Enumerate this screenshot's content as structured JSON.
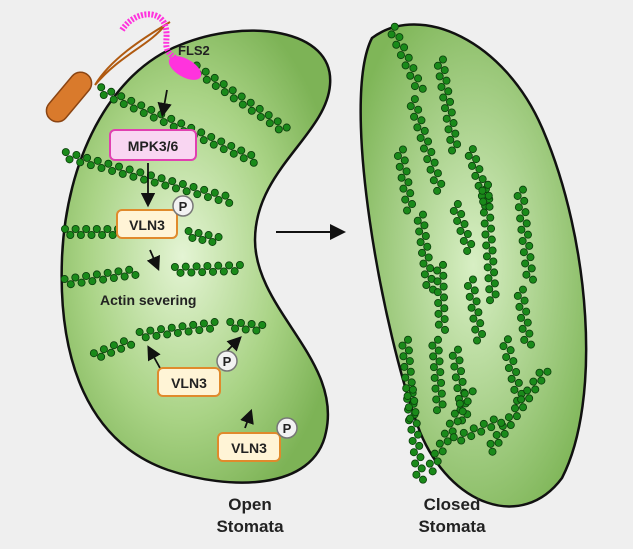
{
  "receptor_label": "FLS2",
  "kinase_label": "MPK3/6",
  "vln_label": "VLN3",
  "phospho_label": "P",
  "severing_label": "Actin severing",
  "open_label": [
    "Open",
    "Stomata"
  ],
  "closed_label": [
    "Closed",
    "Stomata"
  ],
  "colors": {
    "cell": "#8cc063",
    "actin": "#1a8a1a",
    "receptor": "#ff33dd",
    "bacterium": "#d2691e",
    "kinase_box": "#f9d6f2",
    "vln_box": "#fff4d6"
  }
}
